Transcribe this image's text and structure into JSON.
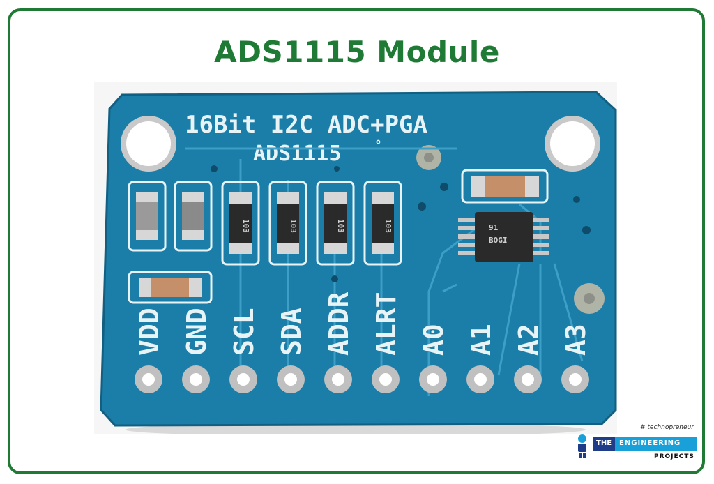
{
  "title": "ADS1115 Module",
  "board": {
    "heading": "16Bit I2C ADC+PGA",
    "model": "ADS1115",
    "model_mark": "°",
    "resistor_code": "103",
    "chip_marking_1": "91",
    "chip_marking_2": "BOGI",
    "pins": [
      "VDD",
      "GND",
      "SCL",
      "SDA",
      "ADDR",
      "ALRT",
      "A0",
      "A1",
      "A2",
      "A3"
    ]
  },
  "logo": {
    "hashtag": "# technopreneur",
    "the": "THE",
    "engineering": "ENGINEERING",
    "projects": "PROJECTS"
  },
  "colors": {
    "frame": "#1f7a35",
    "title": "#1f7a35",
    "pcb": "#1a7ea8",
    "silkscreen": "#e8f3f6"
  }
}
